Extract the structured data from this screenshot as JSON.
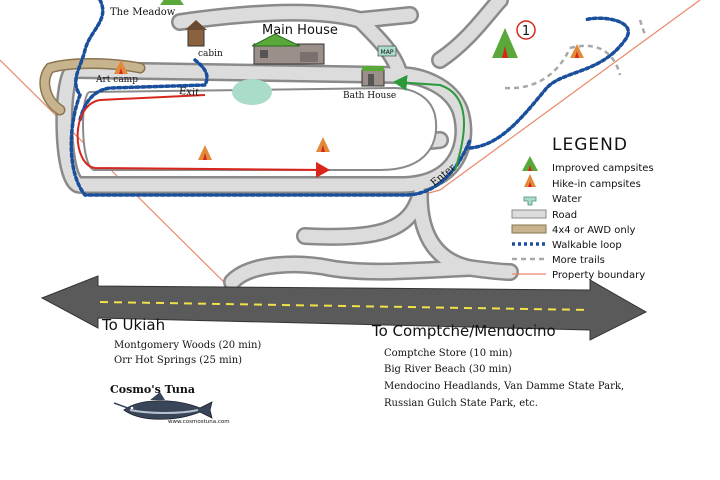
{
  "places": {
    "meadow": "The Meadow",
    "cabin": "cabin",
    "main_house": "Main House",
    "map_sign": "MAP",
    "art_camp": "Art camp",
    "bath_house": "Bath House",
    "exit": "Exit",
    "enter": "Enter",
    "campsite_number": "1"
  },
  "legend": {
    "title": "LEGEND",
    "items": [
      {
        "key": "improved",
        "label": "Improved campsites"
      },
      {
        "key": "hikein",
        "label": "Hike-in campsites"
      },
      {
        "key": "water",
        "label": "Water"
      },
      {
        "key": "road",
        "label": "Road"
      },
      {
        "key": "awd",
        "label": "4x4 or AWD only"
      },
      {
        "key": "loop",
        "label": "Walkable loop"
      },
      {
        "key": "trails",
        "label": "More trails"
      },
      {
        "key": "boundary",
        "label": "Property boundary"
      }
    ]
  },
  "destinations": {
    "west": {
      "title": "To Ukiah",
      "items": [
        "Montgomery Woods (20 min)",
        "Orr Hot Springs (25 min)"
      ]
    },
    "east": {
      "title": "To Comptche/Mendocino",
      "items": [
        "Comptche Store (10 min)",
        "Big River Beach (30 min)",
        "Mendocino Headlands, Van Damme State Park,",
        "Russian Gulch State Park, etc."
      ]
    }
  },
  "logo": {
    "brand": "Cosmo's Tuna",
    "url": "www.cosmostuna.com"
  },
  "colors": {
    "road_fill": "#dcdcdc",
    "road_edge": "#8a8a8a",
    "awd": "#c8b38f",
    "loop": "#1a4f9c",
    "trails": "#a8a8a8",
    "boundary": "#e8886a",
    "exit_arrow": "#d8261c",
    "enter_arrow": "#2a9a3a",
    "improved_tent": "#5aa83a",
    "hikein_tent": "#e08a3a",
    "water": "#a9dcc9",
    "highway": "#5a5a5a",
    "center_line": "#f2e14a",
    "logo_red": "#c41a1a"
  }
}
